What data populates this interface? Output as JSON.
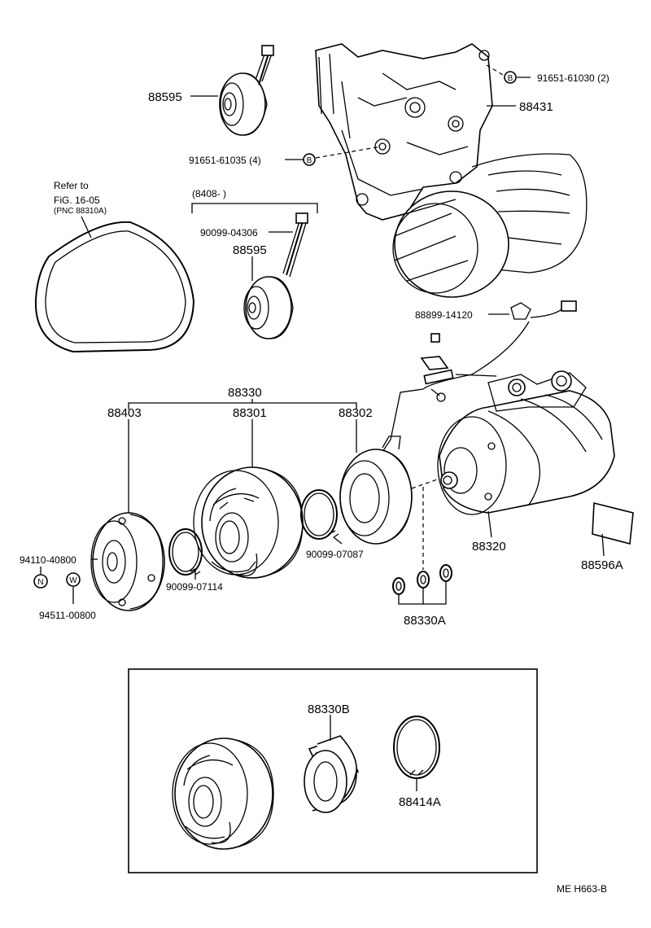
{
  "labels": {
    "pulley_top": "88595",
    "bolt_b_2": "91651-61030 (2)",
    "bracket": "88431",
    "bolt_b_4": "91651-61035 (4)",
    "refer_to": "Refer to",
    "fig_ref": "FiG. 16-05",
    "pnc_ref": "(PNC 88310A)",
    "date_range": "(8408-          )",
    "bolt_idler": "90099-04306",
    "pulley_idler": "88595",
    "wire_harness": "88899-14120",
    "clutch_assy": "88330",
    "hub": "88403",
    "pulley": "88301",
    "stator": "88302",
    "snap_ring_pulley": "90099-07087",
    "nut": "94110-40800",
    "washer": "94511-00800",
    "snap_ring_hub": "90099-07114",
    "compressor": "88320",
    "shims": "88330A",
    "caution_label": "88596A",
    "bearing": "88330B",
    "snap_ring_bearing": "88414A",
    "footer": "ME  H663-B"
  },
  "symbols": {
    "b1": "B",
    "b2": "B",
    "n": "N",
    "w": "W"
  }
}
